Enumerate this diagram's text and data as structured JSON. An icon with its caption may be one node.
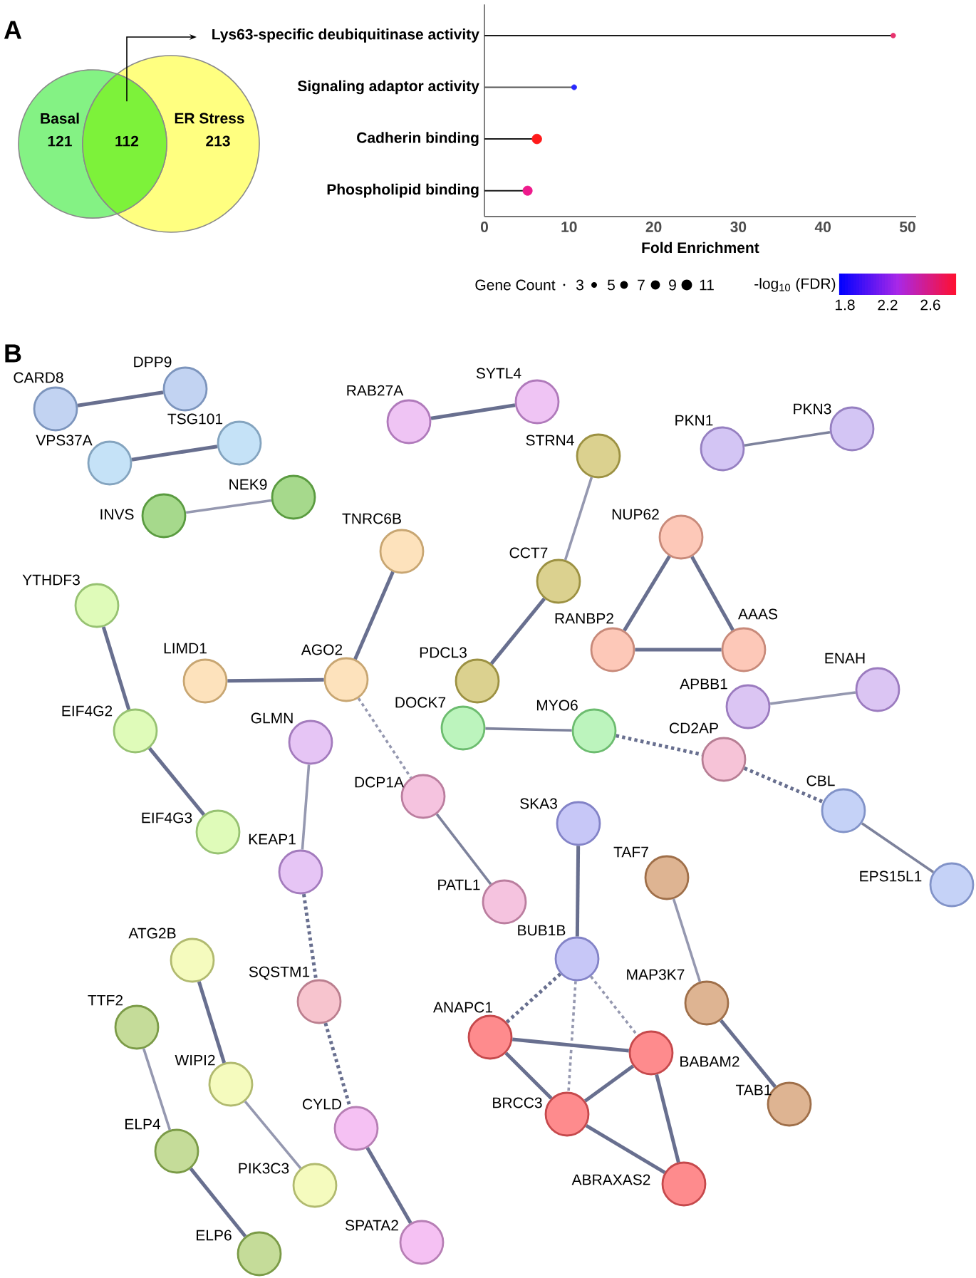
{
  "diagram": {
    "nodes": [
      {
        "text": [
          "Basal",
          "121"
        ]
      },
      {
        "text": [
          "ER Stress",
          "213"
        ]
      },
      {
        "text": [
          "112"
        ]
      },
      {
        "text": [
          "CARD8"
        ]
      },
      {
        "text": [
          "DPP9"
        ]
      },
      {
        "text": [
          "VPS37A"
        ]
      },
      {
        "text": [
          "TSG101"
        ]
      },
      {
        "text": [
          "RAB27A"
        ]
      },
      {
        "text": [
          "SYTL4"
        ]
      },
      {
        "text": [
          "STRN4"
        ]
      },
      {
        "text": [
          "PKN1"
        ]
      },
      {
        "text": [
          "PKN3"
        ]
      },
      {
        "text": [
          "INVS"
        ]
      },
      {
        "text": [
          "NEK9"
        ]
      },
      {
        "text": [
          "NUP62"
        ]
      },
      {
        "text": [
          "TNRC6B"
        ]
      },
      {
        "text": [
          "CCT7"
        ]
      },
      {
        "text": [
          "YTHDF3"
        ]
      },
      {
        "text": [
          "RANBP2"
        ]
      },
      {
        "text": [
          "AAAS"
        ]
      },
      {
        "text": [
          "LIMD1"
        ]
      },
      {
        "text": [
          "AGO2"
        ]
      },
      {
        "text": [
          "PDCL3"
        ]
      },
      {
        "text": [
          "APBB1"
        ]
      },
      {
        "text": [
          "ENAH"
        ]
      },
      {
        "text": [
          "EIF4G2"
        ]
      },
      {
        "text": [
          "GLMN"
        ]
      },
      {
        "text": [
          "DOCK7"
        ]
      },
      {
        "text": [
          "MYO6"
        ]
      },
      {
        "text": [
          "CD2AP"
        ]
      },
      {
        "text": [
          "DCP1A"
        ]
      },
      {
        "text": [
          "CBL"
        ]
      },
      {
        "text": [
          "SKA3"
        ]
      },
      {
        "text": [
          "EIF4G3"
        ]
      },
      {
        "text": [
          "KEAP1"
        ]
      },
      {
        "text": [
          "TAF7"
        ]
      },
      {
        "text": [
          "EPS15L1"
        ]
      },
      {
        "text": [
          "PATL1"
        ]
      },
      {
        "text": [
          "ATG2B"
        ]
      },
      {
        "text": [
          "BUB1B"
        ]
      },
      {
        "text": [
          "SQSTM1"
        ]
      },
      {
        "text": [
          "MAP3K7"
        ]
      },
      {
        "text": [
          "TTF2"
        ]
      },
      {
        "text": [
          "ANAPC1"
        ]
      },
      {
        "text": [
          "BABAM2"
        ]
      },
      {
        "text": [
          "WIPI2"
        ]
      },
      {
        "text": [
          "TAB1"
        ]
      },
      {
        "text": [
          "CYLD"
        ]
      },
      {
        "text": [
          "BRCC3"
        ]
      },
      {
        "text": [
          "ELP4"
        ]
      },
      {
        "text": [
          "PIK3C3"
        ]
      },
      {
        "text": [
          "ABRAXAS2"
        ]
      },
      {
        "text": [
          "SPATA2"
        ]
      },
      {
        "text": [
          "ELP6"
        ]
      }
    ],
    "edges": [
      {
        "from": 2,
        "to": null,
        "arrow": "to",
        "color": "#000000"
      },
      {
        "from": 3,
        "to": 4,
        "arrow": "none"
      },
      {
        "from": 5,
        "to": 6,
        "arrow": "none"
      },
      {
        "from": 7,
        "to": 8,
        "arrow": "none"
      },
      {
        "from": 10,
        "to": 11,
        "arrow": "none",
        "color": "#7d829c"
      },
      {
        "from": 12,
        "to": 13,
        "arrow": "none",
        "color": "#9598b0"
      },
      {
        "from": 9,
        "to": 16,
        "arrow": "none",
        "color": "#9598b0"
      },
      {
        "from": 16,
        "to": 22,
        "arrow": "none"
      },
      {
        "from": 14,
        "to": 18,
        "arrow": "none"
      },
      {
        "from": 14,
        "to": 19,
        "arrow": "none"
      },
      {
        "from": 18,
        "to": 19,
        "arrow": "none"
      },
      {
        "from": 15,
        "to": 21,
        "arrow": "none"
      },
      {
        "from": 20,
        "to": 21,
        "arrow": "none"
      },
      {
        "from": 17,
        "to": 25,
        "arrow": "none"
      },
      {
        "from": 25,
        "to": 33,
        "arrow": "none"
      },
      {
        "from": 23,
        "to": 24,
        "arrow": "none",
        "color": "#9598b0"
      },
      {
        "from": 26,
        "to": 34,
        "arrow": "none",
        "color": "#9598b0"
      },
      {
        "from": 27,
        "to": 28,
        "arrow": "none",
        "color": "#7d829c"
      },
      {
        "from": 28,
        "to": 29,
        "arrow": "none",
        "style": "dashed"
      },
      {
        "from": 29,
        "to": 31,
        "arrow": "none",
        "style": "dashed"
      },
      {
        "from": 31,
        "to": 36,
        "arrow": "none",
        "color": "#7d829c"
      },
      {
        "from": 21,
        "to": 30,
        "arrow": "none",
        "style": "dashed",
        "color": "#9598b0"
      },
      {
        "from": 30,
        "to": 37,
        "arrow": "none",
        "color": "#7d829c"
      },
      {
        "from": 32,
        "to": 39,
        "arrow": "none"
      },
      {
        "from": 34,
        "to": 40,
        "arrow": "none",
        "style": "dashed"
      },
      {
        "from": 40,
        "to": 47,
        "arrow": "none",
        "style": "dashed"
      },
      {
        "from": 47,
        "to": 52,
        "arrow": "none"
      },
      {
        "from": 35,
        "to": 41,
        "arrow": "none",
        "color": "#9598b0"
      },
      {
        "from": 41,
        "to": 46,
        "arrow": "none"
      },
      {
        "from": 38,
        "to": 45,
        "arrow": "none"
      },
      {
        "from": 45,
        "to": 50,
        "arrow": "none",
        "color": "#9598b0"
      },
      {
        "from": 42,
        "to": 49,
        "arrow": "none",
        "color": "#9598b0"
      },
      {
        "from": 49,
        "to": 53,
        "arrow": "none"
      },
      {
        "from": 39,
        "to": 43,
        "arrow": "none",
        "style": "dashed"
      },
      {
        "from": 39,
        "to": 48,
        "arrow": "none",
        "style": "dashed",
        "color": "#9598b0"
      },
      {
        "from": 39,
        "to": 44,
        "arrow": "none",
        "style": "dashed",
        "color": "#9598b0"
      },
      {
        "from": 43,
        "to": 44,
        "arrow": "none"
      },
      {
        "from": 43,
        "to": 48,
        "arrow": "none"
      },
      {
        "from": 44,
        "to": 48,
        "arrow": "none"
      },
      {
        "from": 48,
        "to": 51,
        "arrow": "none"
      },
      {
        "from": 44,
        "to": 51,
        "arrow": "none"
      }
    ],
    "labels": [
      "A",
      "Gene Count",
      "-log$_{10}$ (FDR)",
      "1.8",
      "2.2",
      "2.6",
      "B"
    ],
    "legend": [
      {
        "text": "3"
      },
      {
        "text": "5"
      },
      {
        "text": "7"
      },
      {
        "text": "9"
      },
      {
        "text": "11"
      }
    ],
    "chart_data": {
      "type": "scatter",
      "orientation": "horizontal",
      "xlabel": "Fold Enrichment",
      "categories": [
        "Lys63-specific deubiquitinase activity",
        "Signaling adaptor activity",
        "Cadherin binding",
        "Phospholipid binding"
      ],
      "values": [
        48.3,
        10.6,
        6.2,
        5.1
      ],
      "xlim": [
        0,
        51
      ],
      "xticks": [
        0,
        10,
        20,
        30,
        40,
        50
      ]
    }
  }
}
